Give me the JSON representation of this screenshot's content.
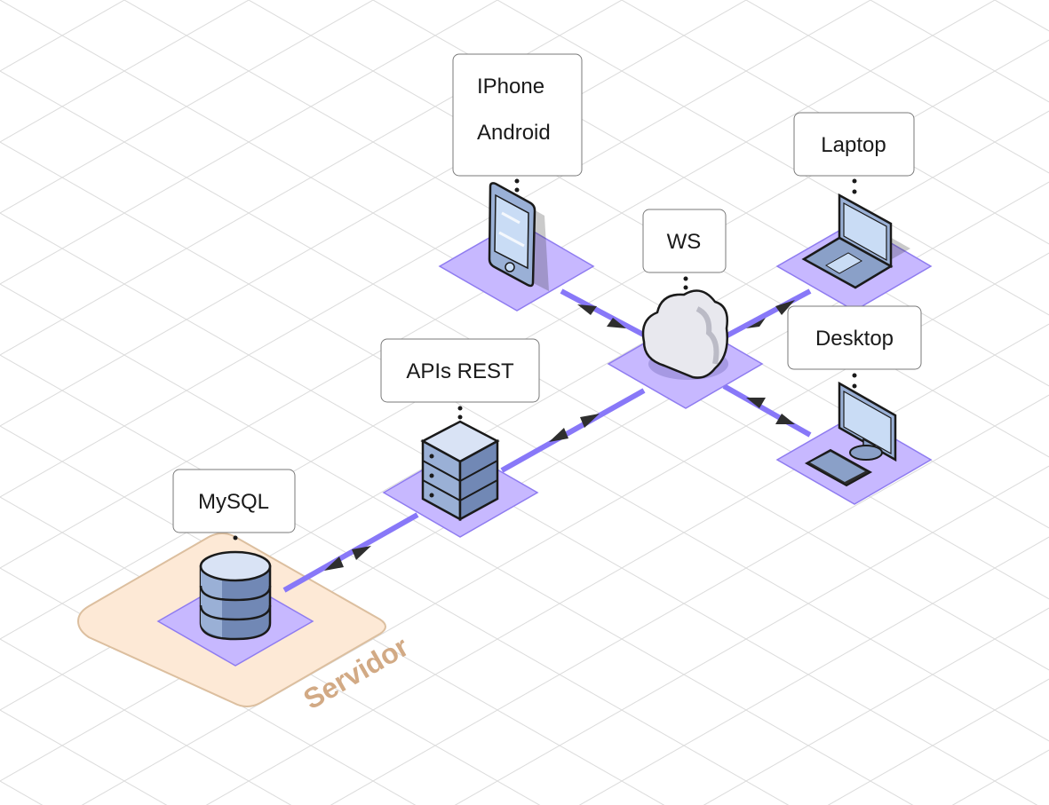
{
  "diagram": {
    "zone": {
      "label": "Servidor"
    },
    "nodes": {
      "mobile": {
        "lines": [
          "IPhone",
          "Android"
        ],
        "icon": "smartphone-icon"
      },
      "laptop": {
        "lines": [
          "Laptop"
        ],
        "icon": "laptop-icon"
      },
      "ws": {
        "lines": [
          "WS"
        ],
        "icon": "cloud-icon"
      },
      "desktop": {
        "lines": [
          "Desktop"
        ],
        "icon": "desktop-monitor-icon"
      },
      "api": {
        "lines": [
          "APIs REST"
        ],
        "icon": "server-rack-icon"
      },
      "mysql": {
        "lines": [
          "MySQL"
        ],
        "icon": "database-icon"
      }
    },
    "connections": [
      {
        "from": "mobile",
        "to": "ws"
      },
      {
        "from": "laptop",
        "to": "ws"
      },
      {
        "from": "desktop",
        "to": "ws"
      },
      {
        "from": "ws",
        "to": "api"
      },
      {
        "from": "api",
        "to": "mysql"
      }
    ],
    "colors": {
      "platform_fill": "#c7b8ff",
      "platform_stroke": "#8f7cf0",
      "connector": "#8878f8",
      "zone_fill": "#fde9d6",
      "zone_stroke": "#dcbf9f",
      "zone_text": "#d2aa85",
      "grid": "#dcdcdc"
    }
  }
}
